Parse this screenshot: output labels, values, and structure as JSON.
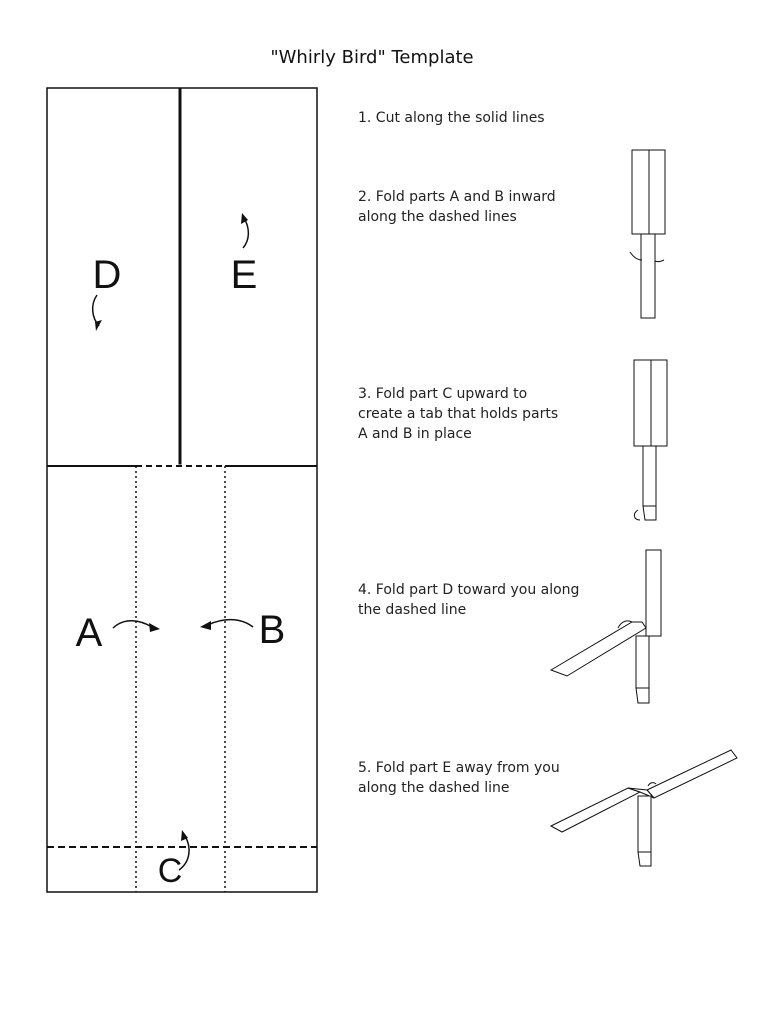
{
  "title": "\"Whirly Bird\" Template",
  "panels": {
    "d_label": "D",
    "e_label": "E",
    "a_label": "A",
    "b_label": "B",
    "c_label": "C"
  },
  "steps": [
    {
      "text": "1. Cut along the solid lines"
    },
    {
      "text": "2. Fold parts A and B inward along the dashed lines"
    },
    {
      "text": "3. Fold part C upward to create a tab that holds parts A and B in place"
    },
    {
      "text": "4. Fold part D toward you along the dashed line"
    },
    {
      "text": "5. Fold part E away from you along the dashed line"
    }
  ]
}
